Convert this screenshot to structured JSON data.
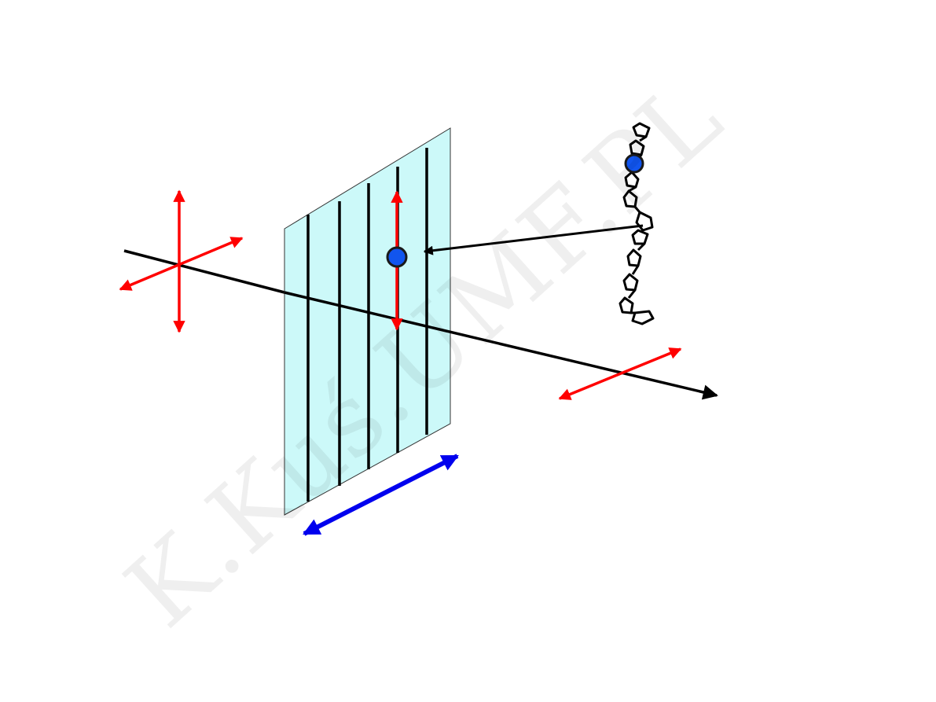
{
  "watermark": {
    "text": "K.Kuś.UMF.PL"
  },
  "colors": {
    "polarizer_fill": "#ccf9f9",
    "polarizer_edge": "#333333",
    "slit_lines": "#000000",
    "beam": "#000000",
    "e_field": "#ff0000",
    "transmission_axis": "#0000ee",
    "electron": "#1155ee",
    "molecule_chain": "#000000"
  },
  "icons": {
    "beam": "arrow-right",
    "electron": "circle",
    "molecule": "polymer-chain"
  }
}
